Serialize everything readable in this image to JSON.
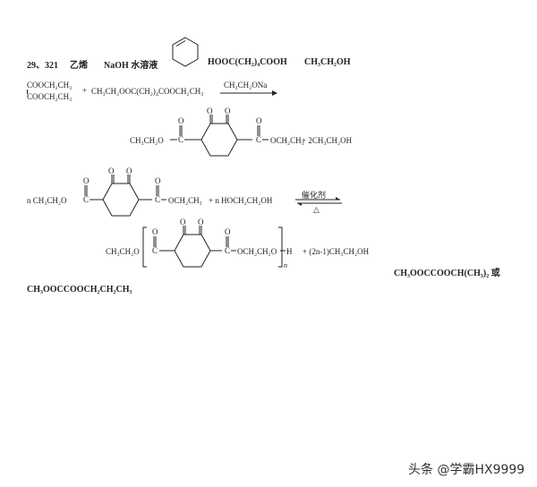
{
  "line1": {
    "number": "29、321",
    "ethene": "乙烯",
    "reagent": "NaOH 水溶液",
    "acid": "HOOC(CH₂)₄COOH",
    "alcohol": "CH₃CH₂OH"
  },
  "reaction1": {
    "oxalate_top": "COOCH₂CH₃",
    "oxalate_bottom": "COOCH₂CH₃",
    "plus": "+",
    "diester": "CH₃CH₂OOC(CH₂)₄COOCH₂CH₃",
    "condition": "CH₃CH₂ONa",
    "ester_left": "CH₃CH₂O",
    "ester_right": "OCH₂CH₃",
    "o_label": "O",
    "c_label": "C",
    "byproduct": "+ 2CH₃CH₂OH"
  },
  "reaction2": {
    "n_left": "n CH₃CH₂O",
    "ester_right": "OCH₂CH₃",
    "glycol": "+ n HOCH₂CH₂OH",
    "catalyst": "催化剂",
    "heat": "△",
    "o_label": "O",
    "c_label": "C"
  },
  "polymer": {
    "end_left": "CH₃CH₂O",
    "chain": "OCH₂CH₂O",
    "end_right": "H",
    "subscript_n": "n",
    "byproduct": "+ (2n-1)CH₃CH₂OH",
    "o_label": "O",
    "c_label": "C"
  },
  "answers": {
    "isomer_a": "CH₃OOCCOOCH(CH₃)₂ 或",
    "isomer_b": "CH₃OOCCOOCH₂CH₂CH₃"
  },
  "watermark": "头条 @学霸HX9999"
}
